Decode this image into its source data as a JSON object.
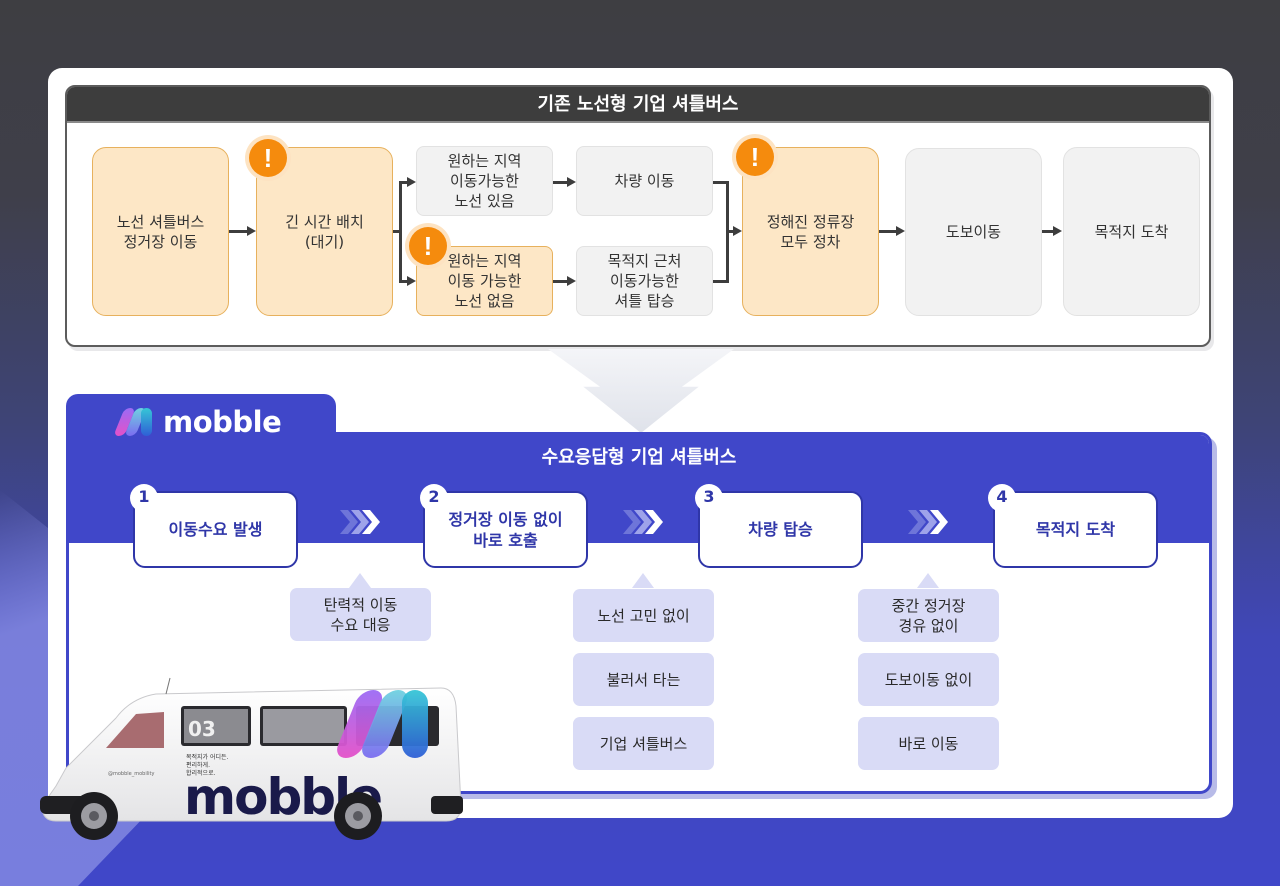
{
  "colors": {
    "brand_blue": "#4047c9",
    "step_text": "#2f36a8",
    "warning_orange": "#f58b0d",
    "orange_box_fill": "#fde7c6",
    "gray_box_fill": "#f2f2f2",
    "tag_fill": "#d9dbf6",
    "dark_header": "#3d3d3d"
  },
  "legacy": {
    "title": "기존 노선형 기업 셔틀버스",
    "boxes": {
      "move_to_stop": "노선 셔틀버스\n정거장 이동",
      "long_wait": "긴 시간 배치\n(대기)",
      "route_exists": "원하는 지역\n이동가능한\n노선 있음",
      "vehicle_move": "차량 이동",
      "no_route": "원하는 지역\n이동 가능한\n노선 없음",
      "nearby_shuttle": "목적지 근처\n이동가능한\n셔틀 탑승",
      "all_stops": "정해진 정류장\n모두 정차",
      "walk": "도보이동",
      "arrive": "목적지 도착"
    },
    "warning_icon": "!"
  },
  "mobble": {
    "brand_name": "mobble",
    "title": "수요응답형 기업 셔틀버스",
    "steps": [
      {
        "num": "1",
        "label": "이동수요 발생"
      },
      {
        "num": "2",
        "label": "정거장  이동 없이\n바로 호출"
      },
      {
        "num": "3",
        "label": "차량 탑승"
      },
      {
        "num": "4",
        "label": "목적지 도착"
      }
    ],
    "benefits": {
      "col1": [
        "탄력적 이동\n수요 대응"
      ],
      "col2": [
        "노선 고민 없이",
        "불러서 타는",
        "기업 셔틀버스"
      ],
      "col3": [
        "중간 정거장\n경유 없이",
        "도보이동 없이",
        "바로 이동"
      ]
    }
  },
  "van": {
    "number": "03",
    "slogan": "목적지가 어디든.\n편리하게.\n합리적으로.",
    "handle": "@mobble_mobility",
    "brand": "mobble"
  }
}
